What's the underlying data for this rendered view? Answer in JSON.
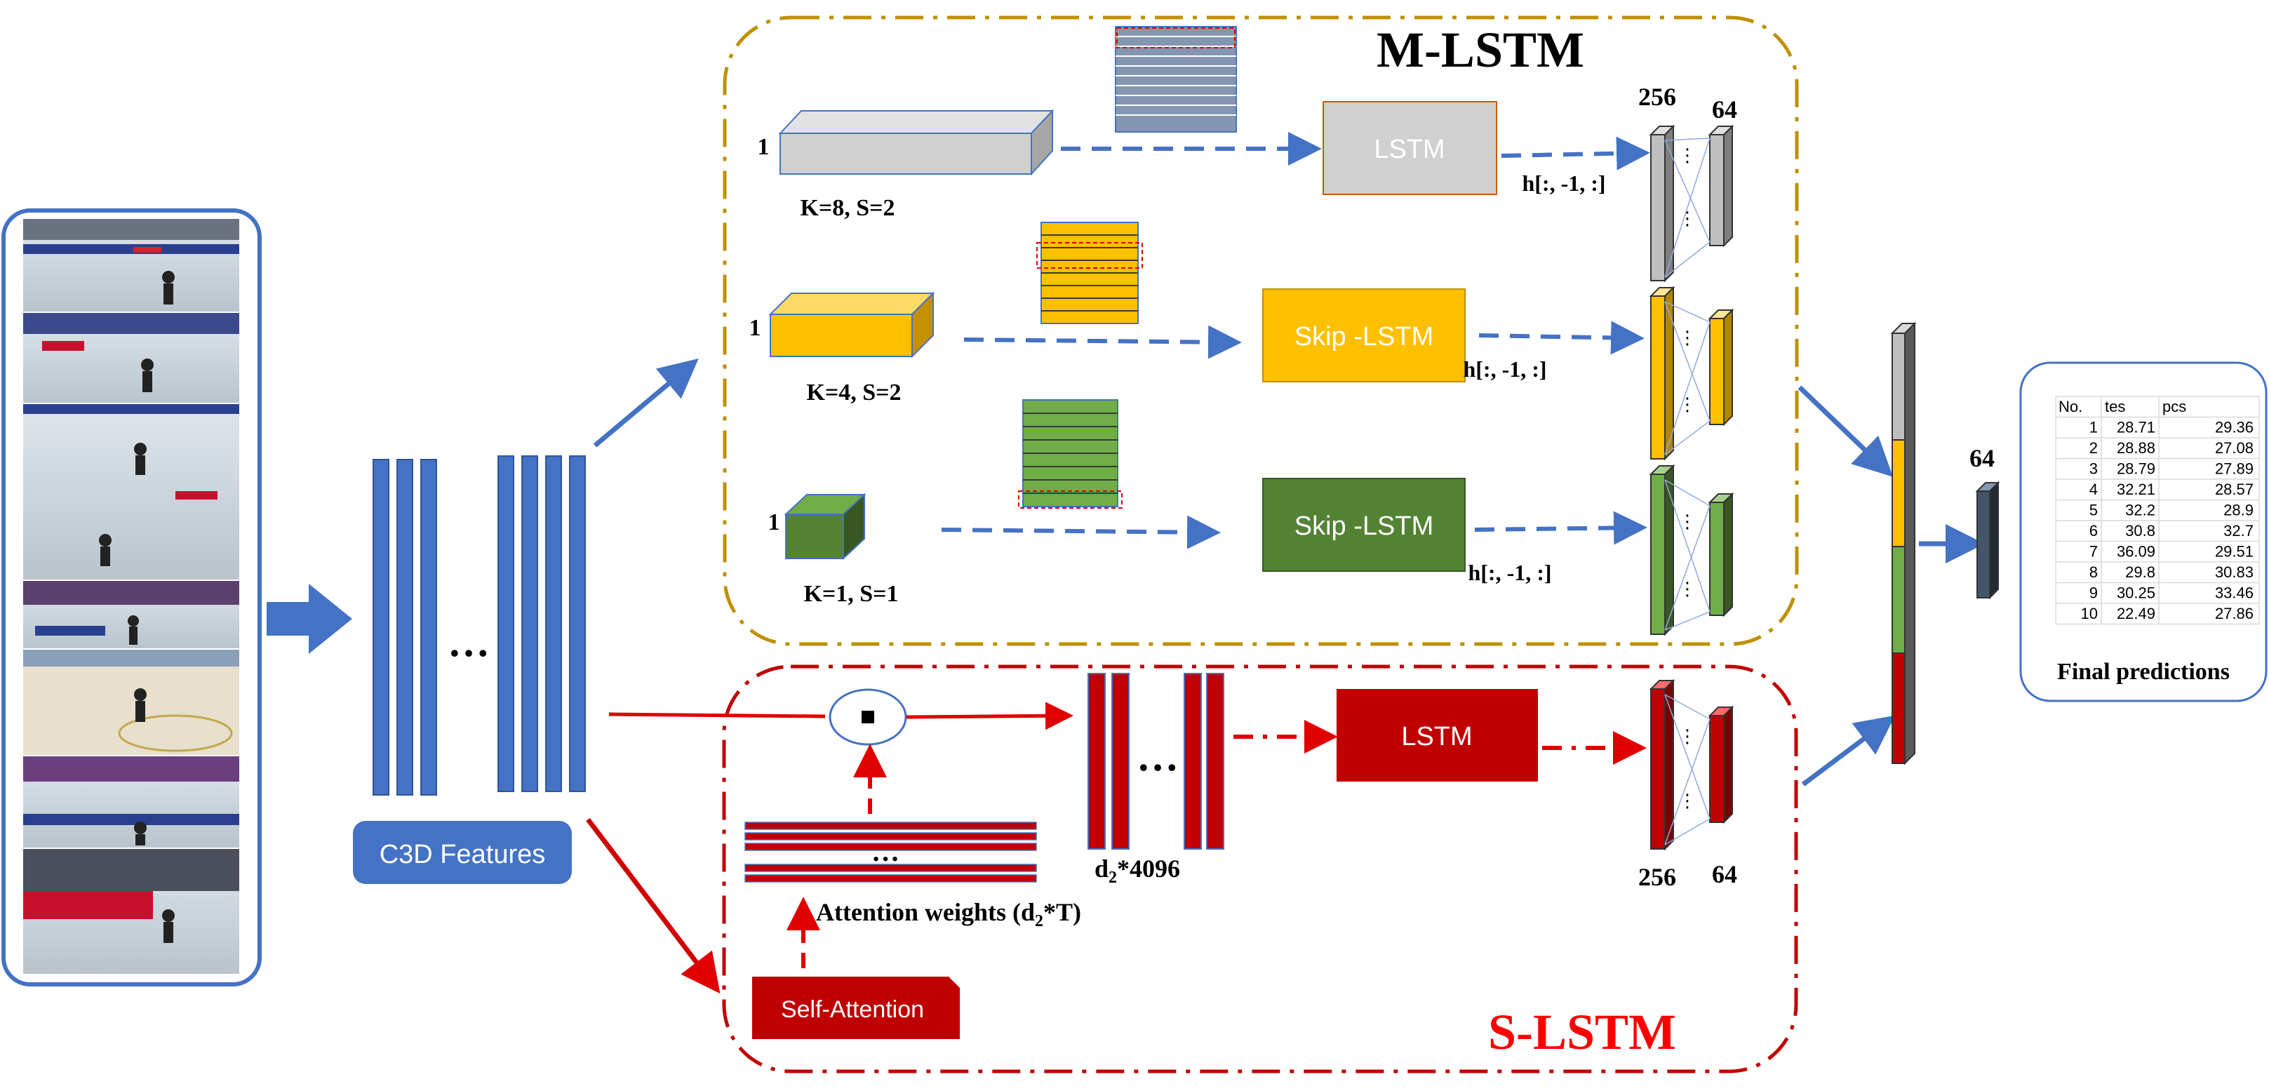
{
  "titles": {
    "m_lstm": "M-LSTM",
    "s_lstm": "S-LSTM"
  },
  "labels": {
    "c3d": "C3D Features",
    "lstm": "LSTM",
    "skip_lstm": "Skip -LSTM",
    "self_attention": "Self-Attention",
    "attention_weights": "Attention weights (d",
    "attention_sub": "2",
    "attention_tail": "*T)",
    "d2_prefix": "d",
    "d2_sub": "2",
    "d2_suffix": "*4096",
    "h_index": "h[:, -1, :]",
    "k8": "K=8, S=2",
    "k4": "K=4, S=2",
    "k1": "K=1, S=1",
    "one": "1",
    "dim256": "256",
    "dim64": "64",
    "ellipsis": "…",
    "vdots": "⋮",
    "final_predictions": "Final predictions"
  },
  "colors": {
    "blue": "#4472c4",
    "gray": "#bfbfbf",
    "yellow": "#ffc000",
    "green": "#548235",
    "red": "#c00000",
    "navy": "#44546a",
    "gold": "#bf9000"
  },
  "table": {
    "headers": [
      "No.",
      "tes",
      "pcs"
    ],
    "rows": [
      [
        "1",
        "28.71",
        "29.36"
      ],
      [
        "2",
        "28.88",
        "27.08"
      ],
      [
        "3",
        "28.79",
        "27.89"
      ],
      [
        "4",
        "32.21",
        "28.57"
      ],
      [
        "5",
        "32.2",
        "28.9"
      ],
      [
        "6",
        "30.8",
        "32.7"
      ],
      [
        "7",
        "36.09",
        "29.51"
      ],
      [
        "8",
        "29.8",
        "30.83"
      ],
      [
        "9",
        "30.25",
        "33.46"
      ],
      [
        "10",
        "22.49",
        "27.86"
      ]
    ]
  }
}
